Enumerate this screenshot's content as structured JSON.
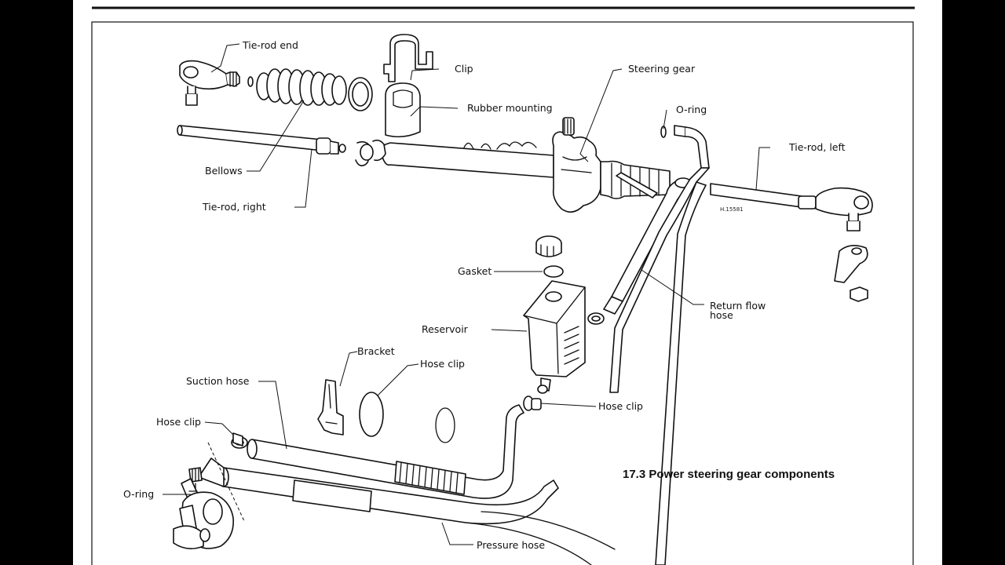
{
  "figure": {
    "caption": "17.3 Power steering gear components",
    "reference_code": "H.15581"
  },
  "labels": {
    "tie_rod_end": "Tie-rod end",
    "clip": "Clip",
    "steering_gear": "Steering gear",
    "rubber_mounting": "Rubber mounting",
    "o_ring_top": "O-ring",
    "tie_rod_left": "Tie-rod, left",
    "bellows": "Bellows",
    "tie_rod_right": "Tie-rod, right",
    "gasket": "Gasket",
    "return_flow_hose_1": "Return flow",
    "return_flow_hose_2": "hose",
    "reservoir": "Reservoir",
    "bracket": "Bracket",
    "hose_clip_upper": "Hose clip",
    "suction_hose": "Suction hose",
    "hose_clip_left": "Hose clip",
    "hose_clip_right": "Hose clip",
    "o_ring_bottom": "O-ring",
    "pressure_hose": "Pressure hose"
  }
}
